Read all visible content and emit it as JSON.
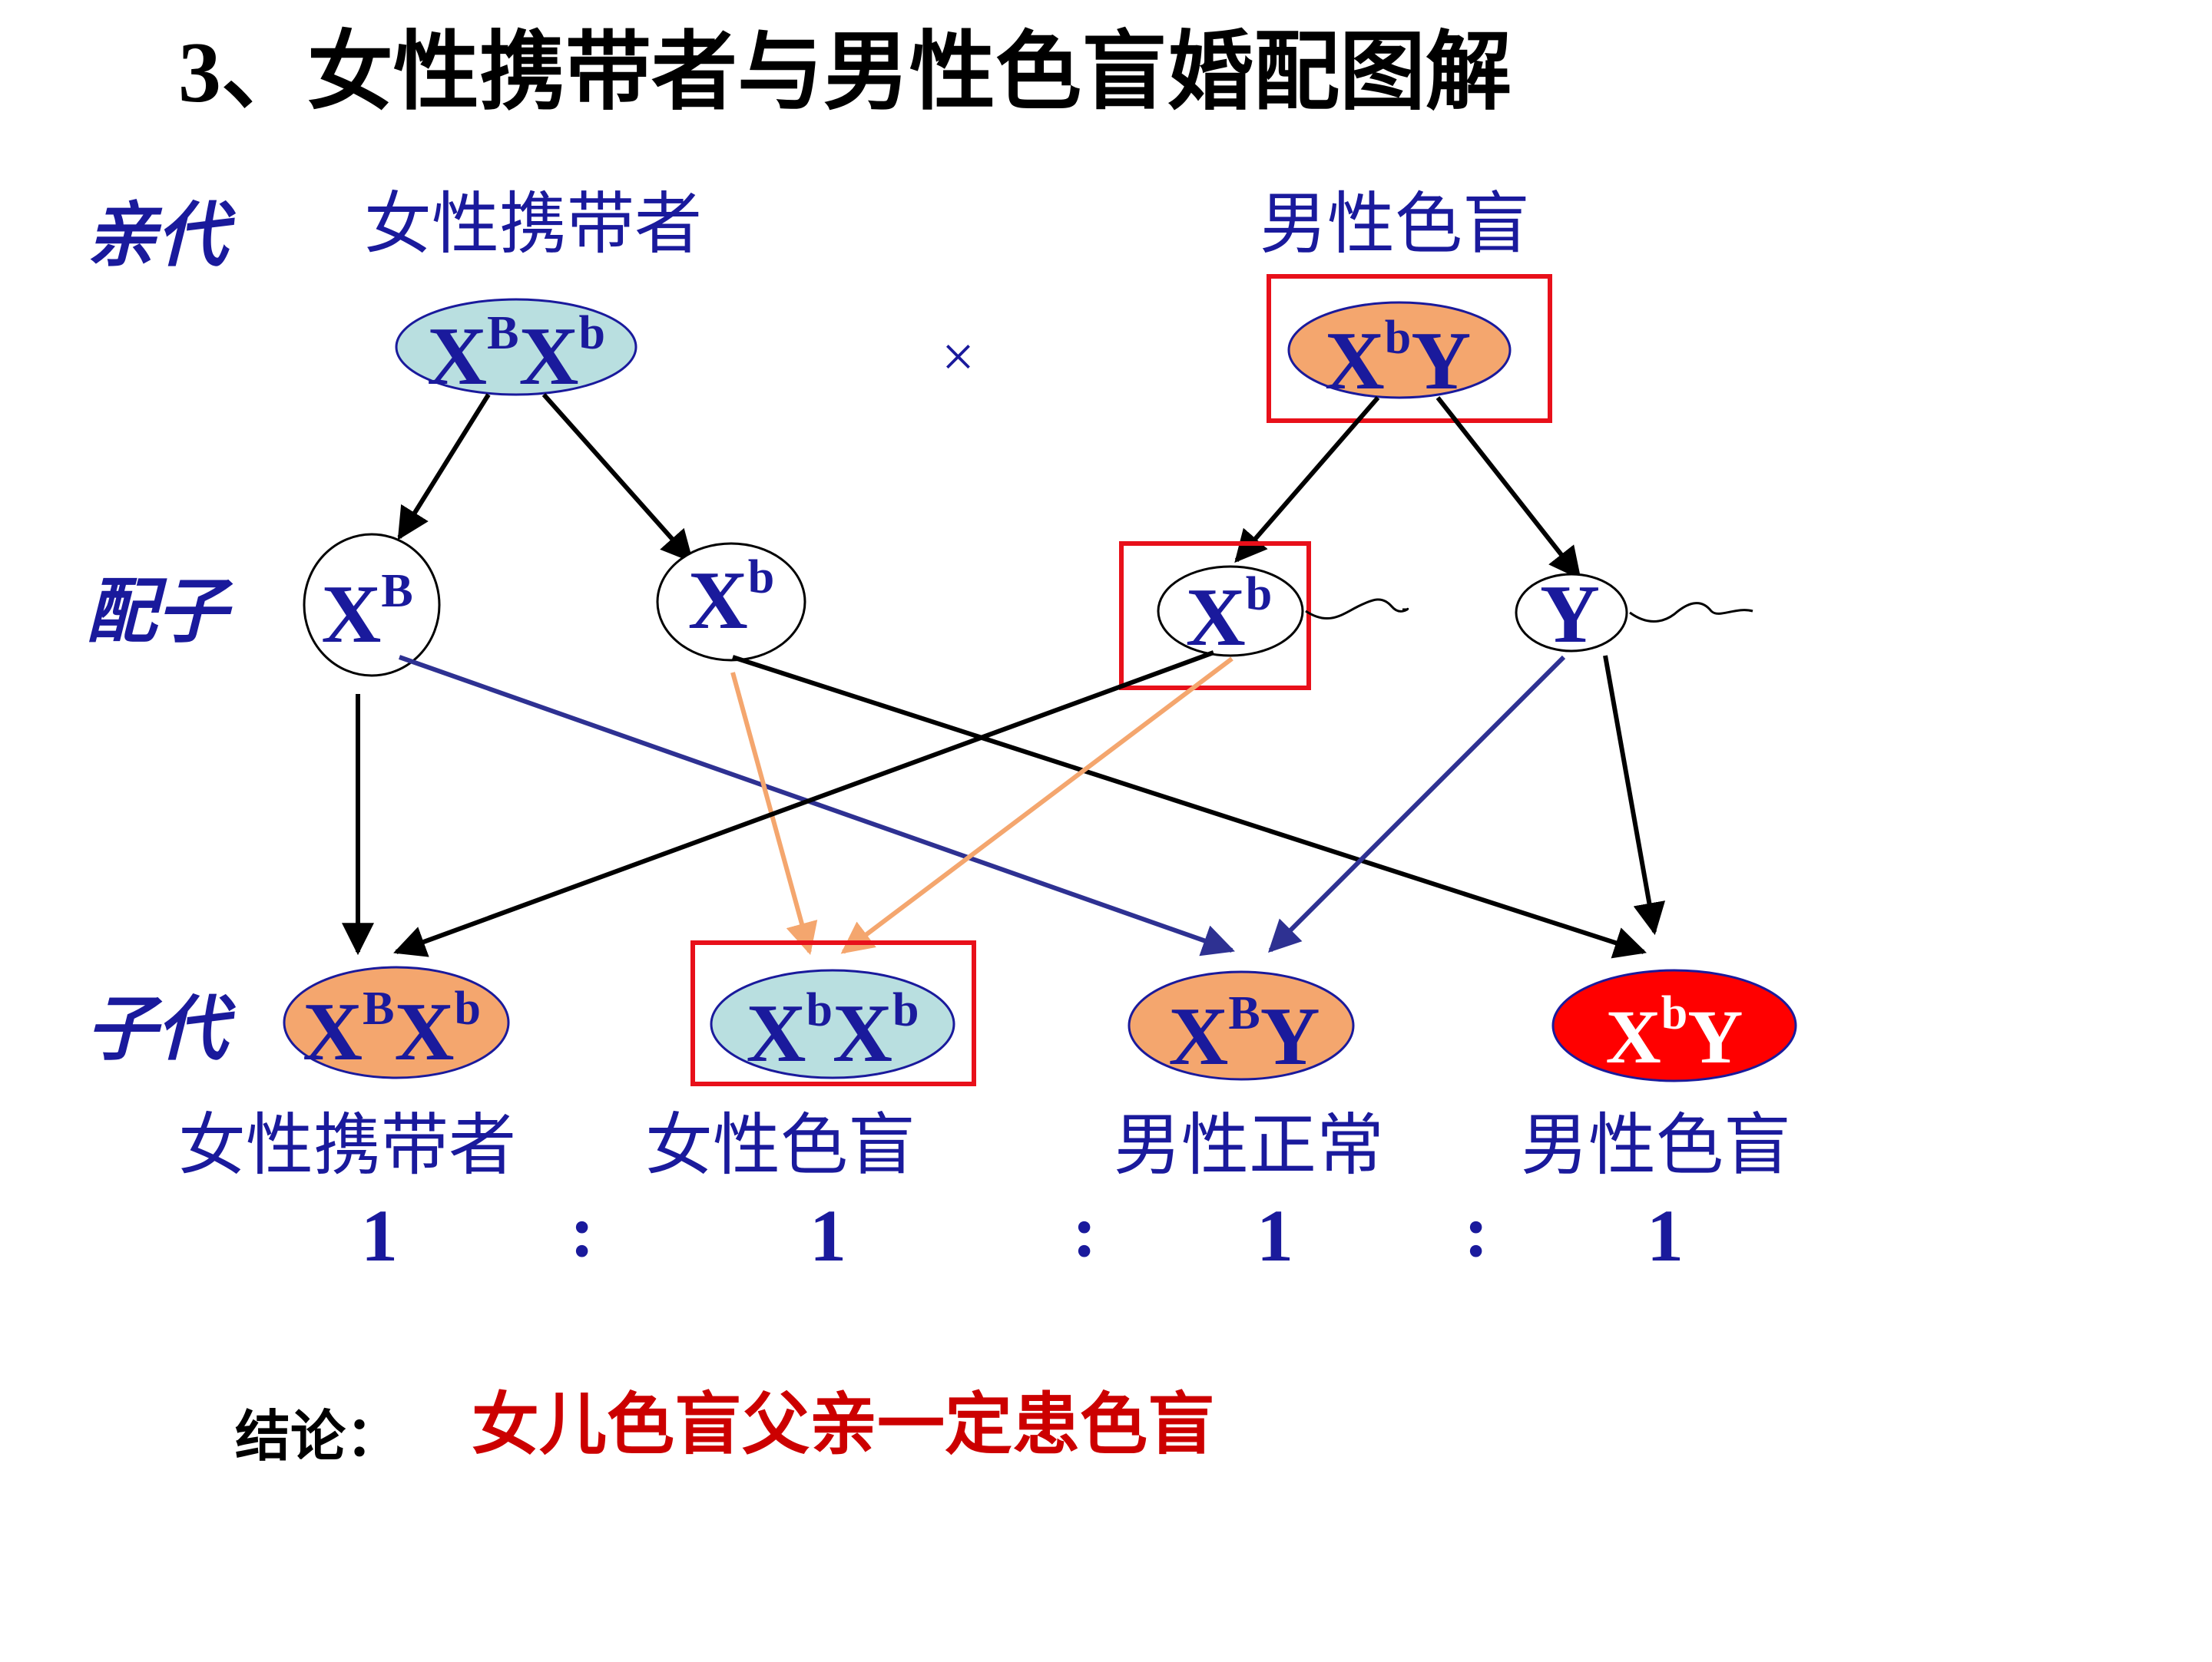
{
  "title": "3、女性携带者与男性色盲婚配图解",
  "labels": {
    "parents": "亲代",
    "gametes": "配子",
    "offspring": "子代"
  },
  "parents": {
    "female": {
      "label": "女性携带者",
      "genotype": {
        "base1": "X",
        "sup1": "B",
        "base2": "X",
        "sup2": "b"
      },
      "fill": "#b9dfe0"
    },
    "male": {
      "label": "男性色盲",
      "genotype": {
        "base1": "X",
        "sup1": "b",
        "base2": "Y"
      },
      "fill": "#f4a66e"
    },
    "cross_symbol": "×"
  },
  "gametes": [
    {
      "base": "X",
      "sup": "B"
    },
    {
      "base": "X",
      "sup": "b"
    },
    {
      "base": "X",
      "sup": "b"
    },
    {
      "base": "Y",
      "sup": ""
    }
  ],
  "offspring": [
    {
      "label": "女性携带者",
      "base1": "X",
      "sup1": "B",
      "base2": "X",
      "sup2": "b",
      "fill": "#f4a66e",
      "ratio": "1"
    },
    {
      "label": "女性色盲",
      "base1": "X",
      "sup1": "b",
      "base2": "X",
      "sup2": "b",
      "fill": "#b9dfe0",
      "ratio": "1"
    },
    {
      "label": "男性正常",
      "base1": "X",
      "sup1": "B",
      "base2": "Y",
      "sup2": "",
      "fill": "#f4a66e",
      "ratio": "1"
    },
    {
      "label": "男性色盲",
      "base1": "X",
      "sup1": "b",
      "base2": "Y",
      "sup2": "",
      "fill": "#ff0000",
      "ratio": "1"
    }
  ],
  "ratio_separator": ":",
  "conclusion": {
    "label": "结论：",
    "text": "女儿色盲父亲一定患色盲"
  },
  "colors": {
    "text_blue": "#1a1a9c",
    "highlight_red": "#e8101a",
    "arrow_black": "#000000",
    "arrow_navy": "#2e3192",
    "arrow_orange": "#f4a66e",
    "conclusion_red": "#cc0000"
  }
}
